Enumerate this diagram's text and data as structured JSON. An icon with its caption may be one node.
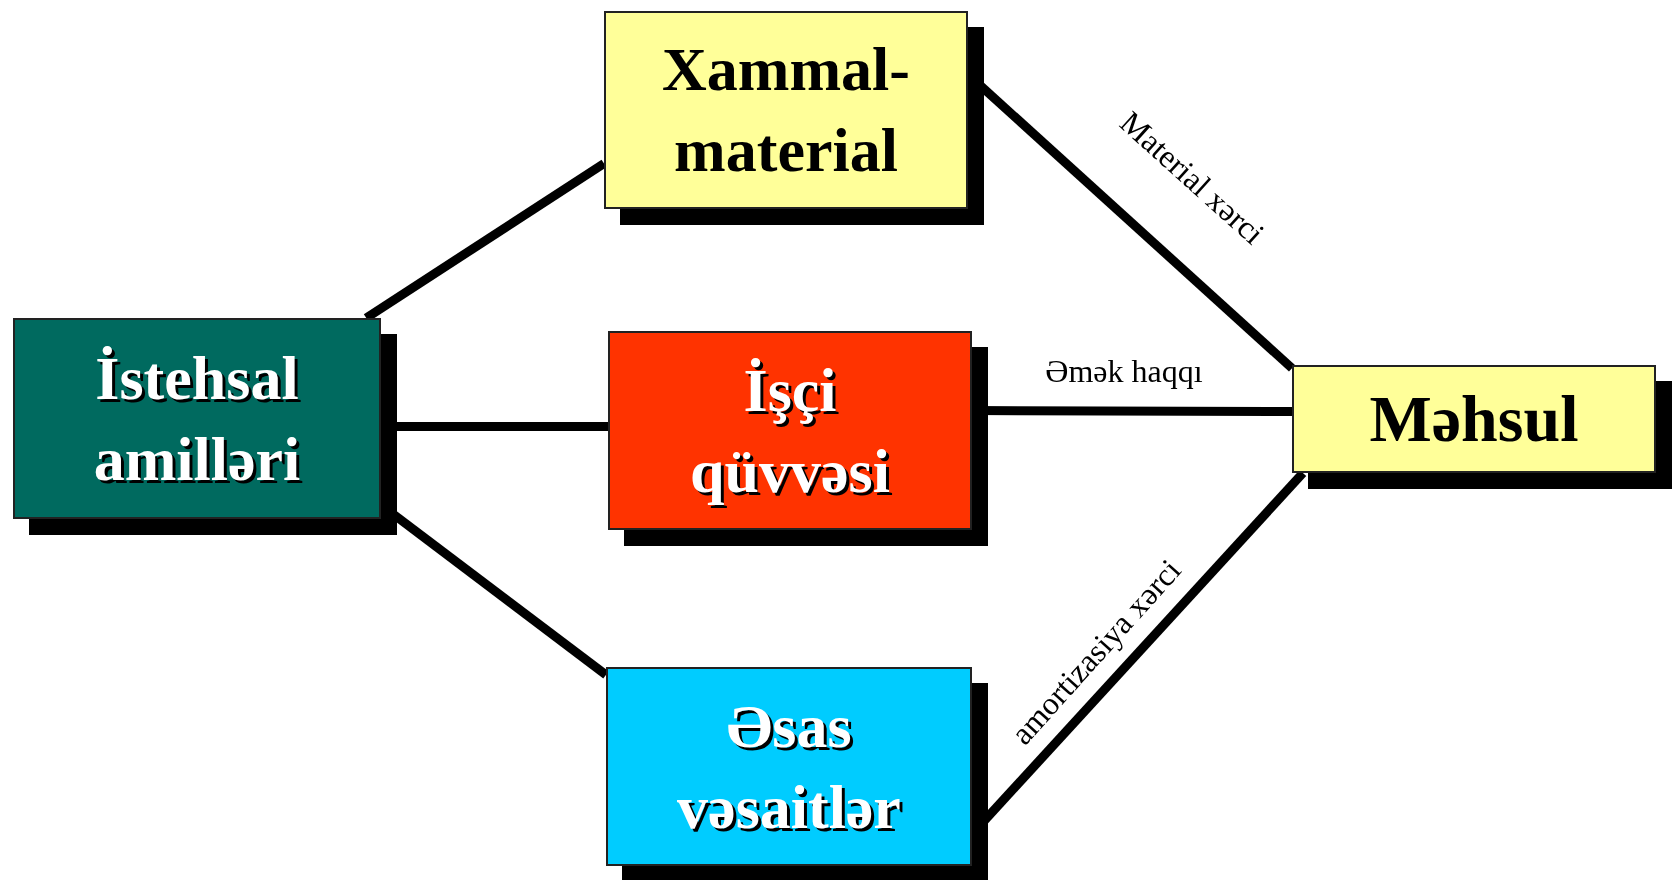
{
  "diagram": {
    "nodes": [
      {
        "text": [
          "İstehsal amilləri"
        ]
      },
      {
        "text": [
          "Xammal-material"
        ]
      },
      {
        "text": [
          "İşçi qüvvəsi"
        ]
      },
      {
        "text": [
          "Əsas vəsaitlər"
        ]
      },
      {
        "text": [
          "Məhsul"
        ]
      }
    ],
    "edges": [
      {
        "from": 0,
        "to": 1,
        "arrow": "none"
      },
      {
        "from": 0,
        "to": 2,
        "arrow": "none"
      },
      {
        "from": 0,
        "to": 3,
        "arrow": "none"
      },
      {
        "from": 1,
        "to": 4,
        "arrow": "none",
        "label": "Material xərci"
      },
      {
        "from": 2,
        "to": 4,
        "arrow": "none",
        "label": "Əmək haqqı"
      },
      {
        "from": 3,
        "to": 4,
        "arrow": "none",
        "label": "amortizasiya xərci"
      }
    ]
  }
}
